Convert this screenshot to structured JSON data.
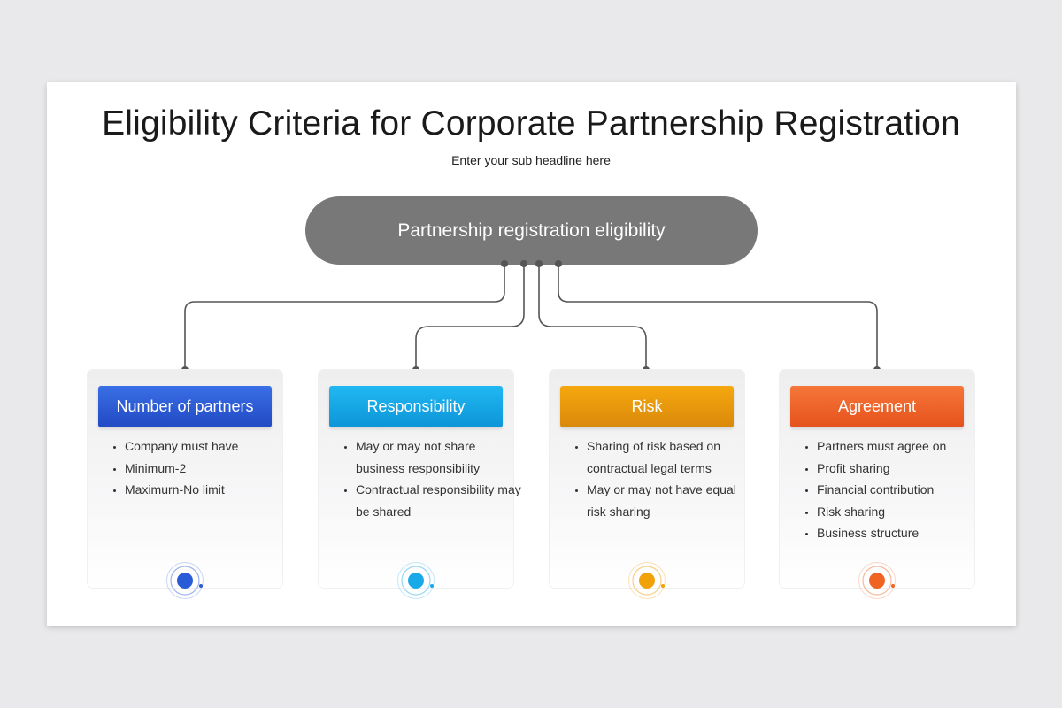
{
  "title": "Eligibility Criteria for Corporate Partnership Registration",
  "subtitle": "Enter your sub headline here",
  "center_node": "Partnership registration eligibility",
  "cards": [
    {
      "header": "Number of partners",
      "color": "#2a5bd7",
      "items": [
        "Company must have",
        "Minimum-2",
        "Maximurn-No limit"
      ]
    },
    {
      "header": "Responsibility",
      "color": "#17a9e8",
      "items": [
        "May or may not share business responsibility",
        "Contractual responsibility may be shared"
      ]
    },
    {
      "header": "Risk",
      "color": "#f1a10a",
      "items": [
        "Sharing of risk based on contractual legal terms",
        "May or may not have equal risk sharing"
      ]
    },
    {
      "header": "Agreement",
      "color": "#f06423",
      "items": [
        "Partners must agree on",
        "Profit sharing",
        "Financial contribution",
        "Risk sharing",
        "Business structure"
      ]
    }
  ]
}
